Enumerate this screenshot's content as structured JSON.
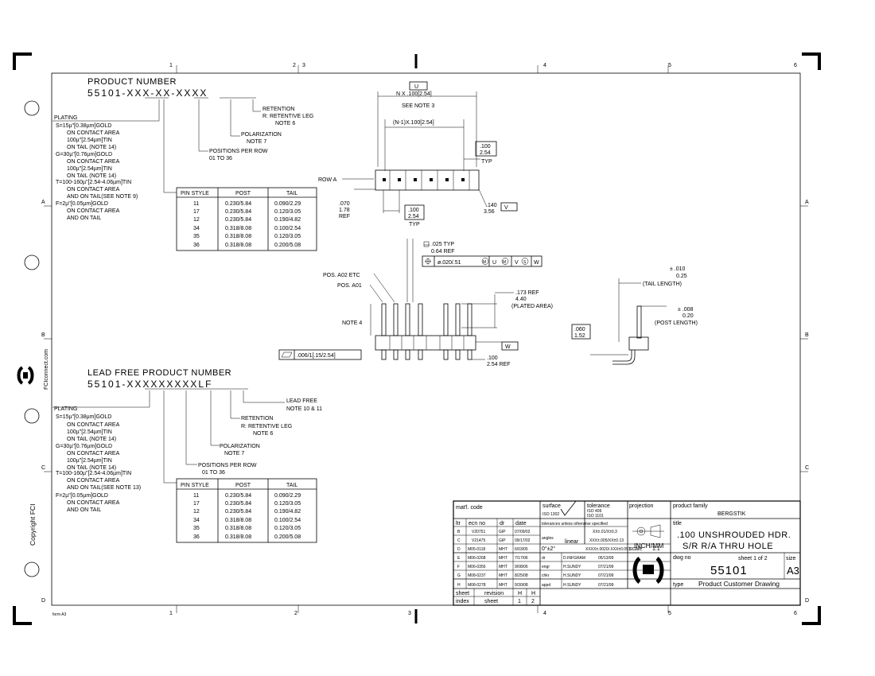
{
  "zones": {
    "top": [
      "1",
      "2",
      "3",
      "4",
      "5",
      "6"
    ],
    "side": [
      "A",
      "B",
      "C",
      "D"
    ]
  },
  "brand": {
    "side_url": "FCIconnect.com",
    "copyright": "Copyright FCI",
    "form": "form A3"
  },
  "pn1": {
    "heading": "PRODUCT NUMBER",
    "code": "55101-XXX-XX-XXXX",
    "retention": "RETENTION",
    "retention_r": "R: RETENTIVE LEG",
    "retention_note": "NOTE 6",
    "polarization": "POLARIZATION",
    "polarization_note": "NOTE 7",
    "positions": "POSITIONS PER ROW",
    "positions_range": "01 TO 36",
    "plating_lines": [
      "PLATING",
      "S=15µ\"[0.38µm]GOLD",
      "ON CONTACT AREA",
      "100µ\"[2.54µm]TIN",
      "ON TAIL (NOTE 14)",
      "G=30µ\"[0.76µm]GOLD",
      "ON CONTACT AREA",
      "100µ\"[2.54µm]TIN",
      "ON TAIL (NOTE 14)",
      "T=100-160µ\"[2.54-4.06µm]TIN",
      "ON CONTACT AREA",
      "AND ON TAIL(SEE NOTE 9)",
      "F=2µ\"[0.05µm]GOLD",
      "ON CONTACT AREA",
      "AND ON TAIL"
    ]
  },
  "pn2": {
    "heading": "LEAD FREE PRODUCT NUMBER",
    "code": "55101-XXXXXXXXXLF",
    "leadfree": "LEAD FREE",
    "leadfree_note": "NOTE 10 & 11",
    "retention": "RETENTION",
    "retention_r": "R: RETENTIVE LEG",
    "retention_note": "NOTE 6",
    "polarization": "POLARIZATION",
    "polarization_note": "NOTE 7",
    "positions": "POSITIONS PER ROW",
    "positions_range": "01 TO 36",
    "plating_lines": [
      "PLATING",
      "S=15µ\"[0.38µm]GOLD",
      "ON CONTACT AREA",
      "100µ\"[2.54µm]TIN",
      "ON TAIL (NOTE 14)",
      "G=30µ\"[0.76µm]GOLD",
      "ON CONTACT AREA",
      "100µ\"[2.54µm]TIN",
      "ON TAIL (NOTE 14)",
      "T=100-160µ\"[2.54-4.06µm]TIN",
      "ON CONTACT AREA",
      "AND ON TAIL(SEE NOTE 13)",
      "F=2µ\"[0.05µm]GOLD",
      "ON CONTACT AREA",
      "AND ON TAIL"
    ]
  },
  "pin_table": {
    "headers": [
      "PIN STYLE",
      "POST",
      "TAIL"
    ],
    "rows": [
      [
        "11",
        "0.230/5.84",
        "0.090/2.29"
      ],
      [
        "17",
        "0.230/5.84",
        "0.120/3.05"
      ],
      [
        "12",
        "0.230/5.84",
        "0.190/4.82"
      ],
      [
        "34",
        "0.318/8.08",
        "0.100/2.54"
      ],
      [
        "35",
        "0.318/8.08",
        "0.120/3.05"
      ],
      [
        "36",
        "0.318/8.08",
        "0.200/5.08"
      ]
    ]
  },
  "dims": {
    "u_label": "U",
    "nx": "N X .100[2.54]",
    "see_note3": "SEE NOTE 3",
    "n1x": "(N-1)X.100[2.54]",
    "typ100a": ".100",
    "typ100b": "2.54",
    "typ": "TYP",
    "rowa": "ROW A",
    "d070": ".070",
    "d178": "1.78",
    "ref": "REF",
    "d140": ".140",
    "d356": "3.56",
    "v_label": "V",
    "d100b": ".100",
    "d254b": "2.54",
    "d025": ".025 TYP",
    "d064": "0.64 REF",
    "fcf": "ø.020/.51",
    "fcf_m": "M",
    "fcf_u": "U",
    "fcf_m2": "M",
    "fcf_v": "V",
    "fcf_s": "S",
    "fcf_w": "W",
    "pos_a02": "POS. A02 ETC",
    "pos_a01": "POS. A01",
    "note4": "NOTE 4",
    "d173": ".173 REF",
    "d440": "4.40",
    "plated": "(PLATED AREA)",
    "w_label": "W",
    "flat": ".006/1[.15/2.54]",
    "d100c": ".100",
    "d254c": "2.54 REF",
    "tail010": "± .010",
    "tail025": "0.25",
    "tail_len": "(TAIL LENGTH)",
    "post008": "± .008",
    "post020": "0.20",
    "post_len": "(POST LENGTH)",
    "d060": ".060",
    "d152": "1.52"
  },
  "title_block": {
    "matl": "mat'l. code",
    "surface": "surface",
    "surface_iso": "ISO 1302",
    "tolerance": "tolerance",
    "tol_iso1": "ISO 406",
    "tol_iso2": "ISO 1101",
    "projection": "projection",
    "family_label": "product family",
    "family": "BERGSTIK",
    "rev_headers": [
      "ltr",
      "ecn no",
      "dr",
      "date"
    ],
    "revisions": [
      [
        "B",
        "V20751",
        "GIP",
        "07/09/02"
      ],
      [
        "C",
        "V21475",
        "GIP",
        "09/17/02"
      ],
      [
        "D",
        "M05-0118",
        "MHT",
        "6/03/05"
      ],
      [
        "E",
        "M06-0268",
        "MHT",
        "7/17/06"
      ],
      [
        "F",
        "M06-0356",
        "MHT",
        "9/08/06"
      ],
      [
        "G",
        "M08-0237",
        "MHT",
        "8/25/08"
      ],
      [
        "H",
        "M08-0278",
        "MHT",
        "9/30/08"
      ]
    ],
    "tol_note": "tolerances unless otherwise specified",
    "angles": "angles",
    "angle_val": "0°±2°",
    "linear": "linear",
    "lin1": "XX±.01/X±0.3",
    "lin2": "XXX±.005/XX±0.13",
    "lin3": "XXXX±.0020/.XXX±0.051",
    "units": "INCH/MM",
    "scale": "scale",
    "scale_val": "1:1",
    "dr": "dr",
    "dr_name": "D.INFGRAM",
    "dr_date": "05/13/99",
    "engr": "engr",
    "engr_name": "H.SUNDY",
    "engr_date": "07/21/99",
    "chkr": "chkr",
    "chkr_name": "H.SUNDY",
    "chkr_date": "07/21/99",
    "appd": "appd",
    "appd_name": "H.SUNDY",
    "appd_date": "07/21/99",
    "title_label": "title",
    "title1": ".100 UNSHROUDED HDR.",
    "title2": "S/R R/A THRU HOLE",
    "dwg_label": "dwg no",
    "sheet": "sheet  1  of  2",
    "size_label": "size",
    "dwg_no": "55101",
    "size": "A3",
    "type_label": "type",
    "type": "Product Customer Drawing",
    "sheet_label": "sheet",
    "revision_label": "revision",
    "index_label": "index",
    "sheet2_label": "sheet",
    "sheet_revs": [
      "H",
      "H"
    ],
    "sheet_nums": [
      "1",
      "2"
    ]
  }
}
